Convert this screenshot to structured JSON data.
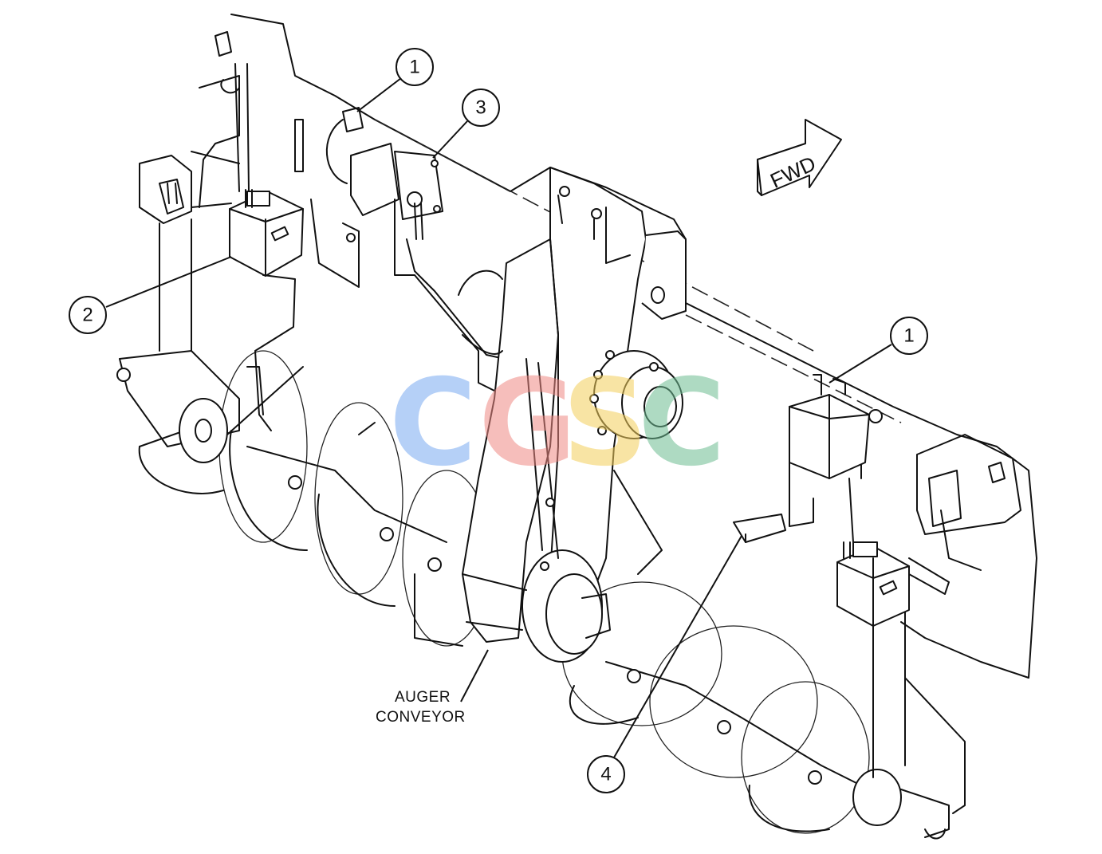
{
  "diagram": {
    "callouts": [
      {
        "id": "callout-1-top",
        "number": "1"
      },
      {
        "id": "callout-3",
        "number": "3"
      },
      {
        "id": "callout-2",
        "number": "2"
      },
      {
        "id": "callout-1-right",
        "number": "1"
      },
      {
        "id": "callout-4",
        "number": "4"
      }
    ],
    "labels": {
      "auger_line1": "AUGER",
      "auger_line2": "CONVEYOR",
      "direction": "FWD"
    }
  },
  "watermark": {
    "letters": [
      "C",
      "G",
      "S",
      "C"
    ],
    "colors": [
      "#7aaaf2",
      "#f08a84",
      "#f4cf5a",
      "#6dbd92"
    ]
  }
}
